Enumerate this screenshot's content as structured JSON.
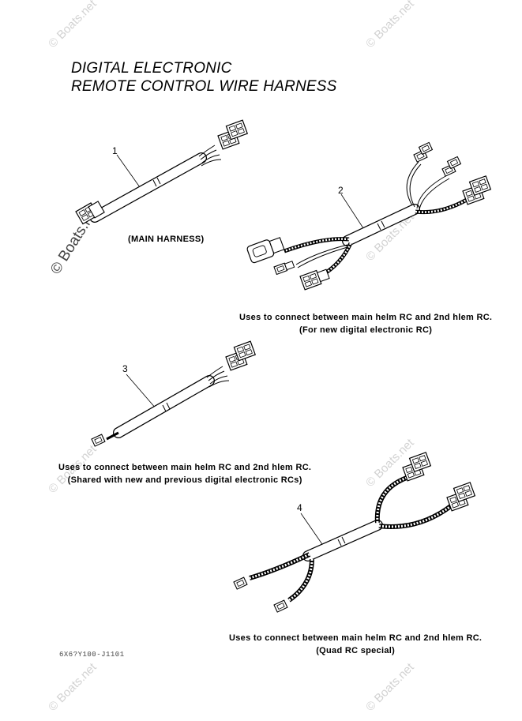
{
  "title": {
    "line1": "DIGITAL ELECTRONIC",
    "line2": "REMOTE CONTROL WIRE HARNESS"
  },
  "parts": [
    {
      "number": "1",
      "caption_line1": "(MAIN HARNESS)",
      "caption_line2": ""
    },
    {
      "number": "2",
      "caption_line1": "Uses to connect between main helm RC and 2nd hlem RC.",
      "caption_line2": "(For new digital electronic RC)"
    },
    {
      "number": "3",
      "caption_line1": "Uses to connect between main helm RC and 2nd hlem RC.",
      "caption_line2": "(Shared with new and previous digital electronic RCs)"
    },
    {
      "number": "4",
      "caption_line1": "Uses to connect between main helm RC and 2nd hlem RC.",
      "caption_line2": "(Quad RC special)"
    }
  ],
  "drawing_code": "6X6?Y100-J1101",
  "watermark": "© Boats.net"
}
